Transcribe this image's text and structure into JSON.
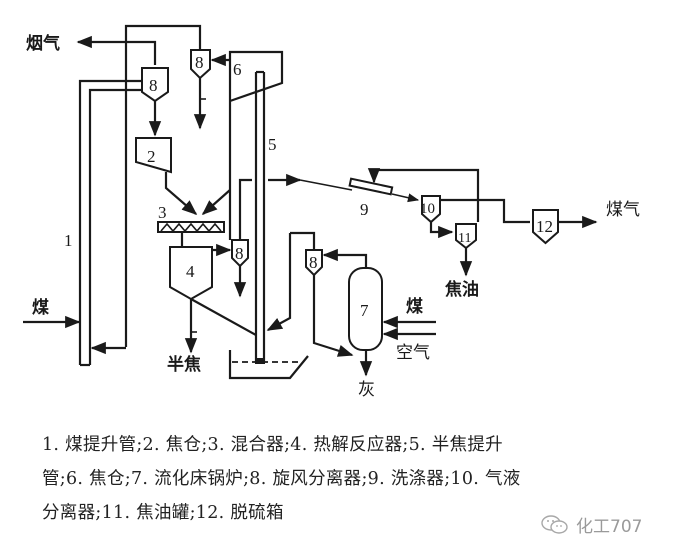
{
  "diagram": {
    "title": "Coal pyrolysis poly-generation process flow diagram",
    "stream_labels": {
      "flue_gas": "烟气",
      "coal_inlet_left": "煤",
      "semi_coke": "半焦",
      "coal_gas": "煤气",
      "tar": "焦油",
      "coal_inlet_boiler": "煤",
      "air": "空气",
      "ash": "灰"
    },
    "component_numbers": {
      "riser_1": "1",
      "bin_2": "2",
      "mixer_3": "3",
      "reactor_4": "4",
      "riser_5": "5",
      "bin_6": "6",
      "boiler_7": "7",
      "cyclone_8_top_left": "8",
      "cyclone_8_top_mid": "8",
      "cyclone_8_reactor": "8",
      "cyclone_8_boiler": "8",
      "scrubber_9": "9",
      "separator_10": "10",
      "tar_tank_11": "11",
      "desulfurizer_12": "12"
    }
  },
  "legend": {
    "items": [
      {
        "num": "1",
        "name": "煤提升管"
      },
      {
        "num": "2",
        "name": "焦仓"
      },
      {
        "num": "3",
        "name": "混合器"
      },
      {
        "num": "4",
        "name": "热解反应器"
      },
      {
        "num": "5",
        "name": "半焦提升管"
      },
      {
        "num": "6",
        "name": "焦仓"
      },
      {
        "num": "7",
        "name": "流化床锅炉"
      },
      {
        "num": "8",
        "name": "旋风分离器"
      },
      {
        "num": "9",
        "name": "洗涤器"
      },
      {
        "num": "10",
        "name": "气液分离器"
      },
      {
        "num": "11",
        "name": "焦油罐"
      },
      {
        "num": "12",
        "name": "脱硫箱"
      }
    ],
    "lines": [
      "1. 煤提升管;2. 焦仓;3. 混合器;4. 热解反应器;5. 半焦提升",
      "管;6. 焦仓;7. 流化床锅炉;8. 旋风分离器;9. 洗涤器;10. 气液",
      "分离器;11. 焦油罐;12. 脱硫箱"
    ]
  },
  "watermark": {
    "icon": "wechat-icon",
    "text": "化工707"
  }
}
